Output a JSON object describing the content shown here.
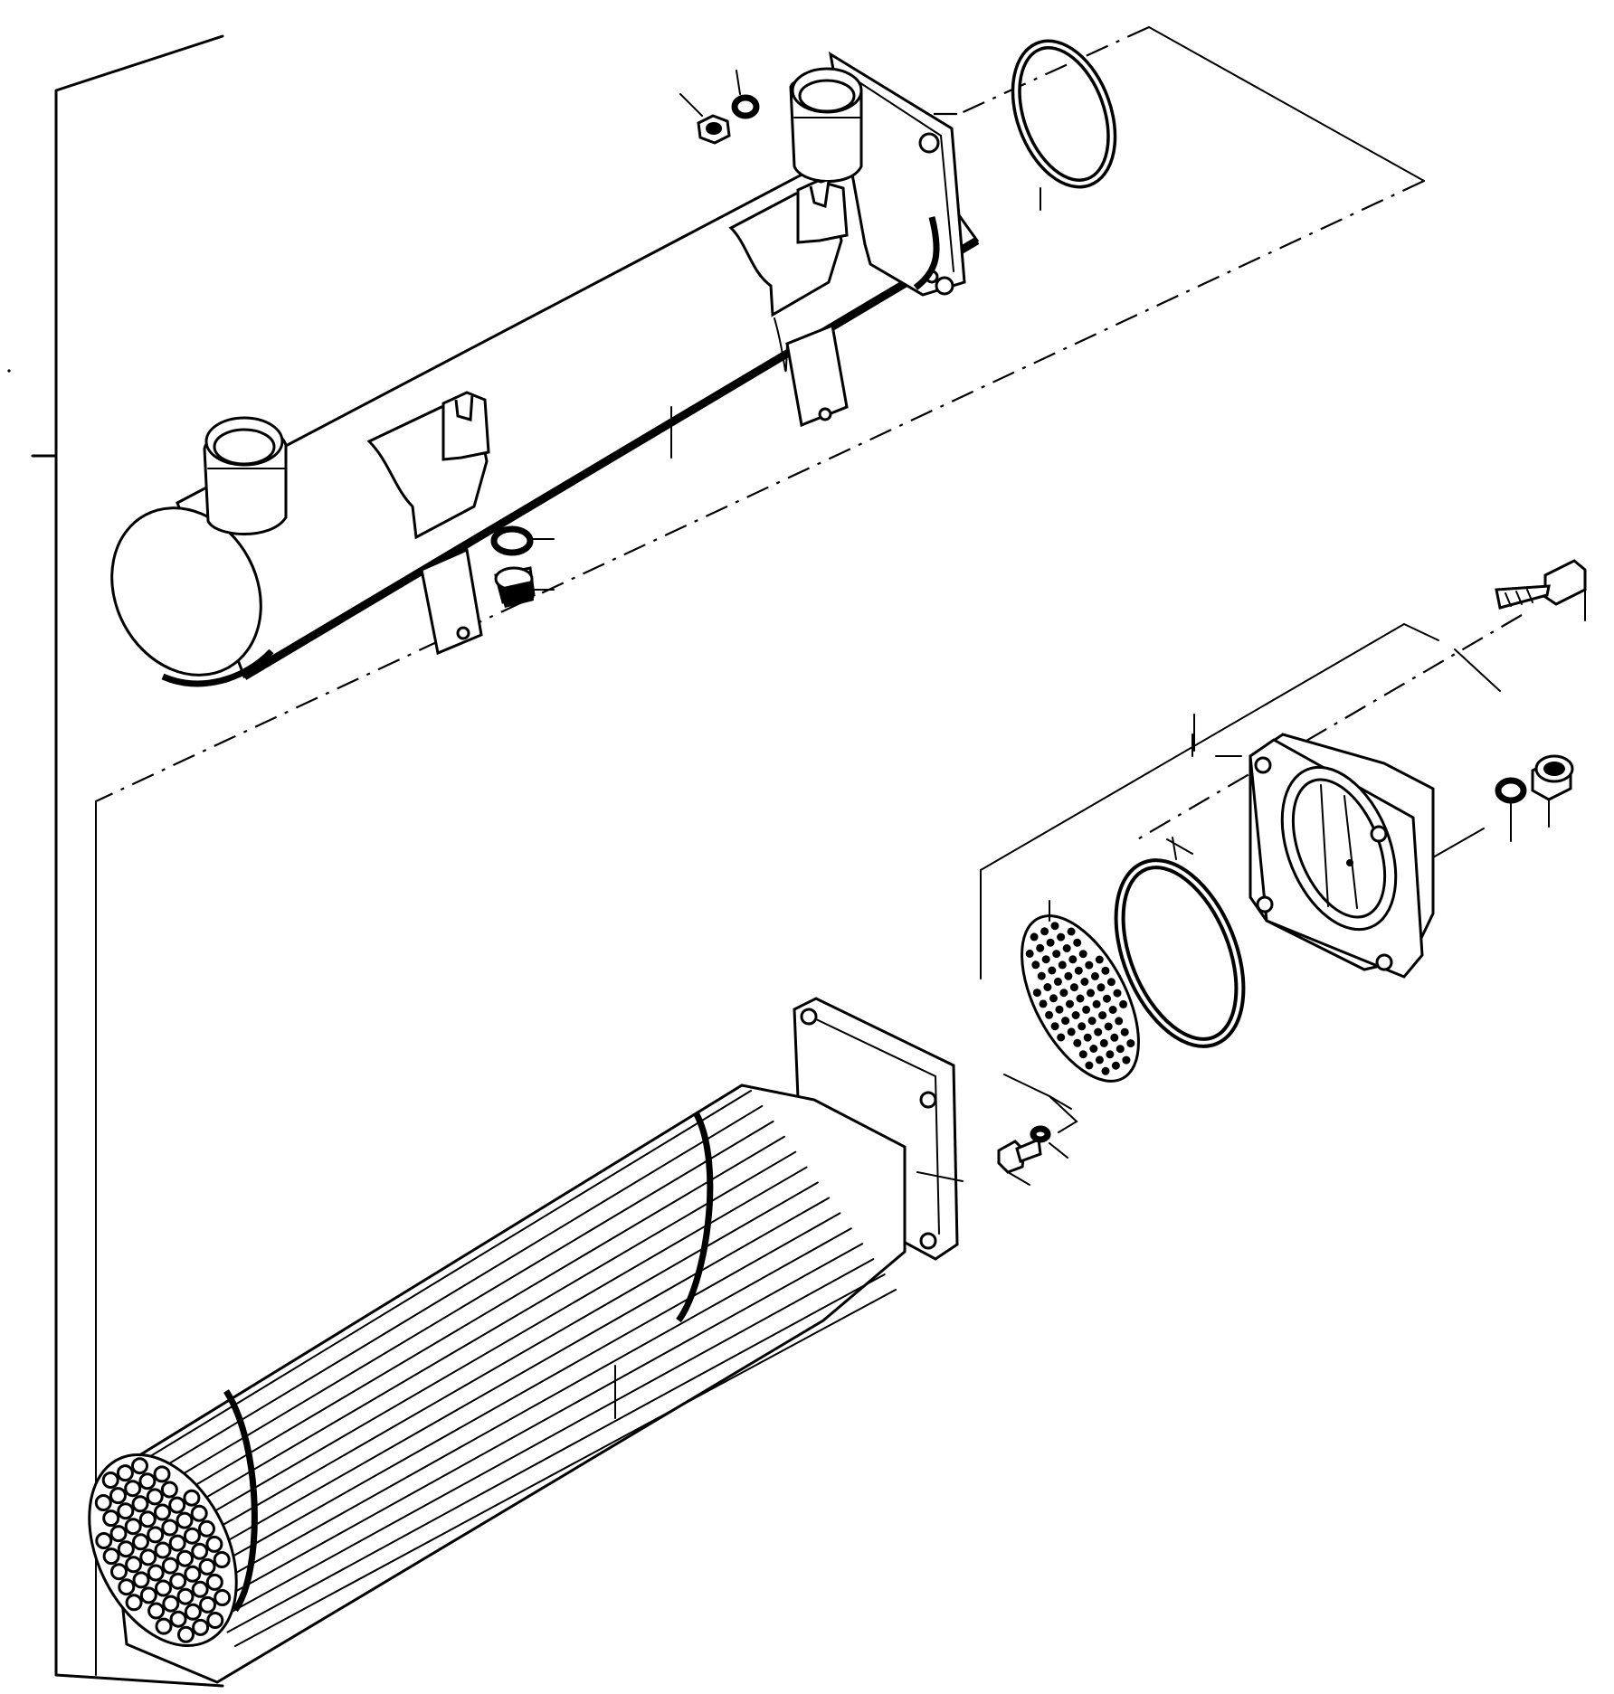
{
  "parts": [
    {
      "name": "cooler-shell"
    },
    {
      "name": "tube-bundle"
    },
    {
      "name": "end-cover"
    },
    {
      "name": "o-ring-large"
    },
    {
      "name": "o-ring-small"
    },
    {
      "name": "baffle-plate"
    },
    {
      "name": "drain-plug"
    },
    {
      "name": "washer"
    },
    {
      "name": "bolt"
    },
    {
      "name": "nut"
    }
  ],
  "colors": {
    "line": "#000000",
    "background": "#ffffff"
  }
}
